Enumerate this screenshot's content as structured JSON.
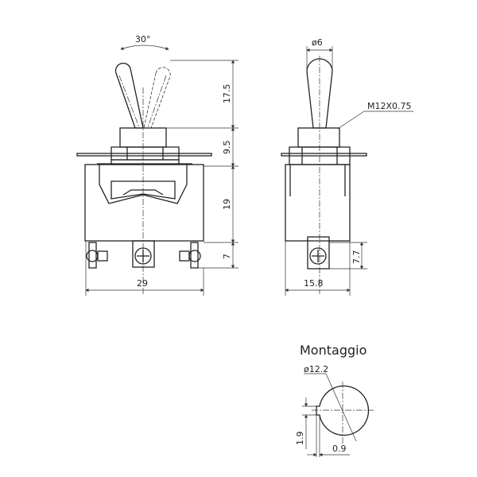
{
  "front_view": {
    "angle_label": "30°",
    "dims": {
      "lever_height": "17.5",
      "bushing_height": "9.5",
      "body_height": "19",
      "terminal_height": "7",
      "width": "29"
    }
  },
  "side_view": {
    "lever_diameter": "ø6",
    "thread": "M12X0.75",
    "dims": {
      "terminal_height": "7.7",
      "width": "15.8"
    }
  },
  "mounting": {
    "title": "Montaggio",
    "hole_diameter": "ø12.2",
    "key_height": "1.9",
    "key_depth": "0.9"
  }
}
